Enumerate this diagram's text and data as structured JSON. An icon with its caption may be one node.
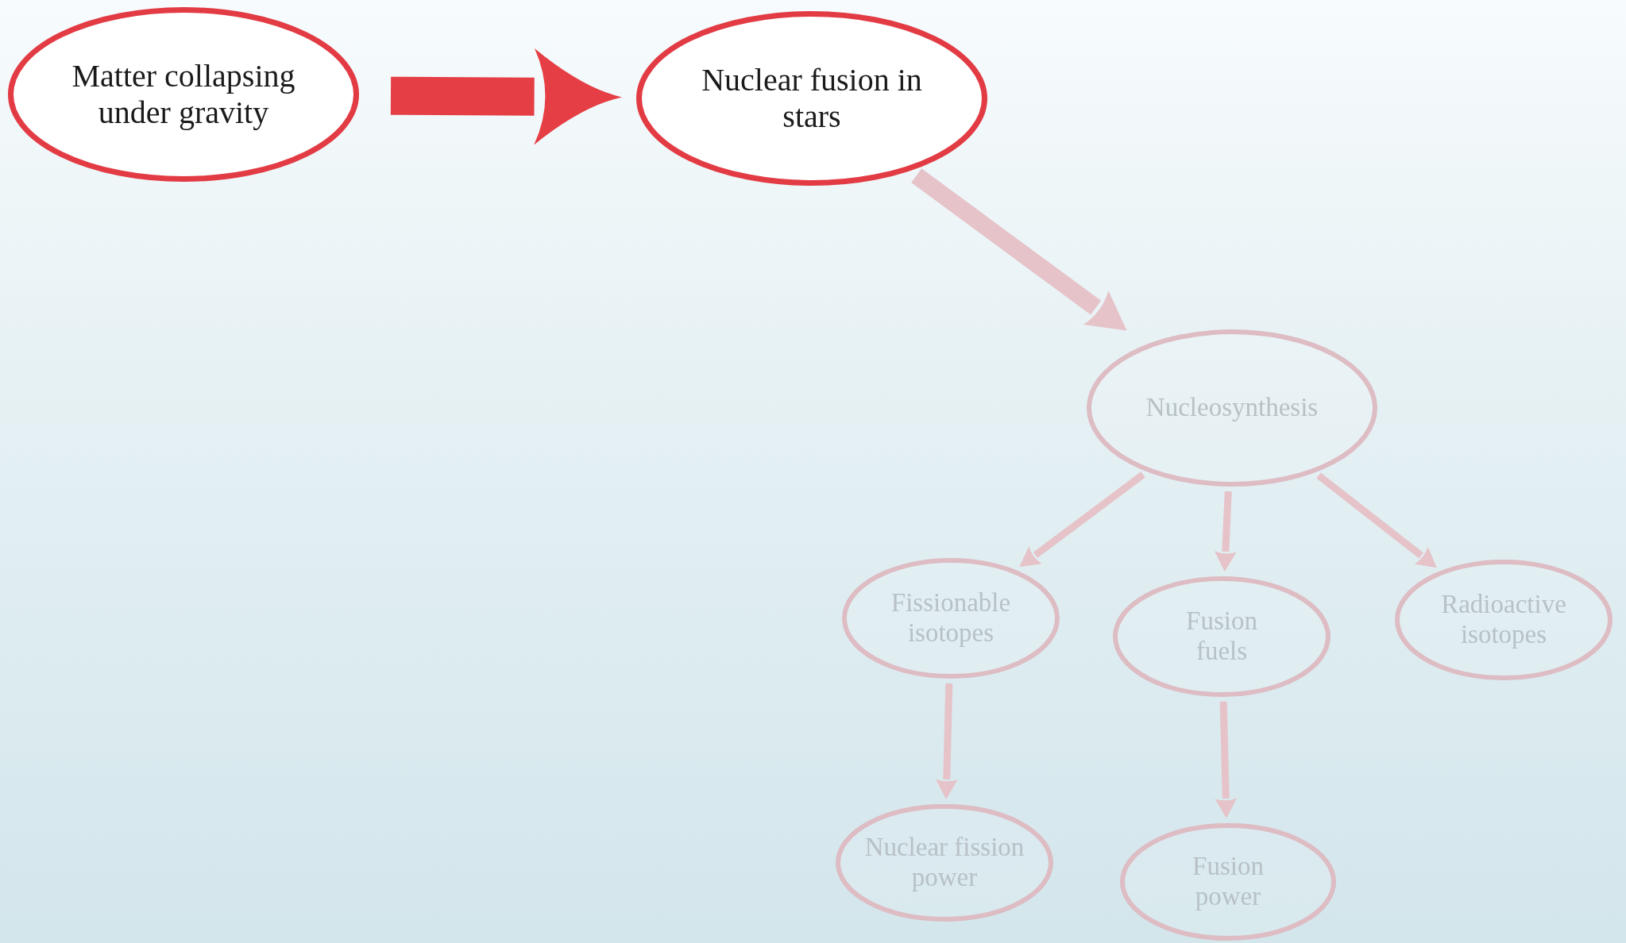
{
  "diagram": {
    "nodes": [
      {
        "text": [
          "Matter collapsing under gravity"
        ]
      },
      {
        "text": [
          "Nuclear fusion in stars"
        ]
      },
      {
        "text": [
          "Nucleosynthesis"
        ]
      },
      {
        "text": [
          "Fissionable isotopes"
        ]
      },
      {
        "text": [
          "Fusion fuels"
        ]
      },
      {
        "text": [
          "Radioactive isotopes"
        ]
      },
      {
        "text": [
          "Nuclear fission power"
        ]
      },
      {
        "text": [
          "Fusion power"
        ]
      }
    ],
    "edges": [
      {
        "from": 0,
        "to": 1,
        "arrow": "to",
        "style": "thick",
        "color": "#e53e45"
      },
      {
        "from": 1,
        "to": 2,
        "arrow": "to",
        "style": "thick"
      },
      {
        "from": 2,
        "to": 3,
        "arrow": "to"
      },
      {
        "from": 2,
        "to": 4,
        "arrow": "to"
      },
      {
        "from": 2,
        "to": 5,
        "arrow": "to"
      },
      {
        "from": 3,
        "to": 6,
        "arrow": "to"
      },
      {
        "from": 4,
        "to": 7,
        "arrow": "to"
      }
    ]
  }
}
